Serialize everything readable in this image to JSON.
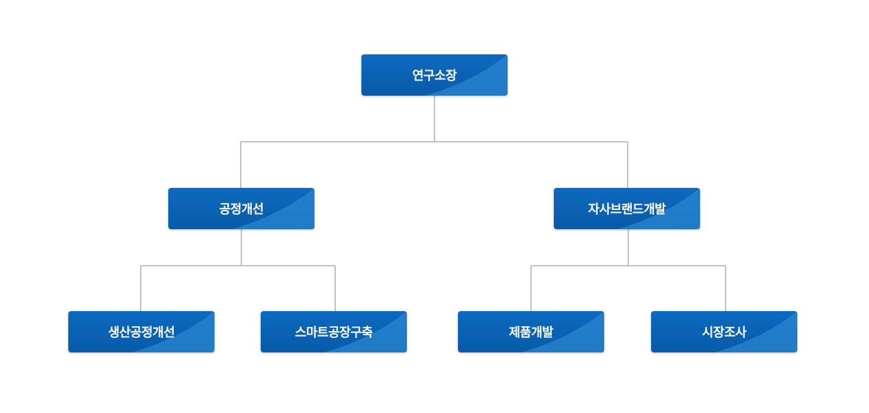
{
  "org_chart": {
    "root": {
      "label": "연구소장"
    },
    "branches": [
      {
        "label": "공정개선",
        "children": [
          {
            "label": "생산공정개선"
          },
          {
            "label": "스마트공장구축"
          }
        ]
      },
      {
        "label": "자사브랜드개발",
        "children": [
          {
            "label": "제품개발"
          },
          {
            "label": "시장조사"
          }
        ]
      }
    ]
  },
  "colors": {
    "node_fill": "#0a5fb0",
    "node_highlight": "#2a86d0",
    "connector": "#c2c2c2",
    "label_text": "#ffffff"
  }
}
